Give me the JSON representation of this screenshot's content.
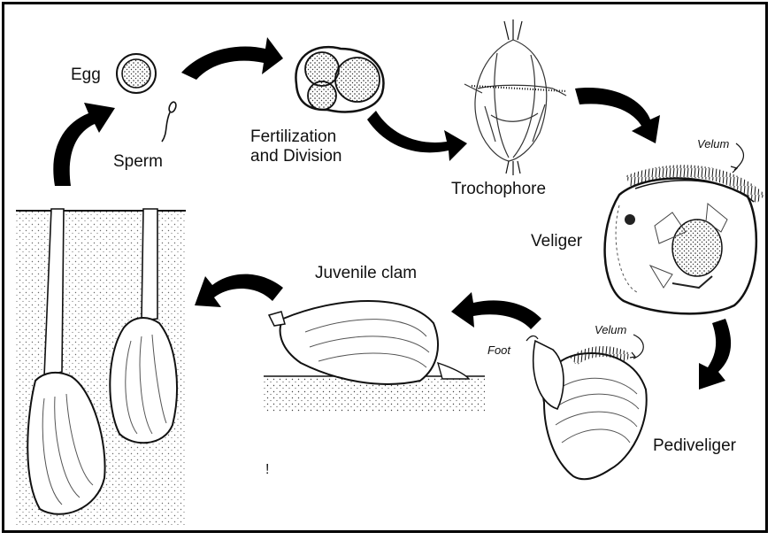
{
  "title": "",
  "colors": {
    "ink": "#111111",
    "background": "#ffffff",
    "sand": "#f2f2f2",
    "arrow": "#000000"
  },
  "stages": {
    "egg": "Egg",
    "sperm": "Sperm",
    "fertilization_line1": "Fertilization",
    "fertilization_line2": "and Division",
    "trochophore": "Trochophore",
    "veliger": "Veliger",
    "pediveliger": "Pediveliger",
    "juvenile_clam": "Juvenile clam"
  },
  "annotations": {
    "velum_veliger": "Velum",
    "velum_pediveliger": "Velum",
    "foot": "Foot",
    "stray_mark": "!"
  }
}
